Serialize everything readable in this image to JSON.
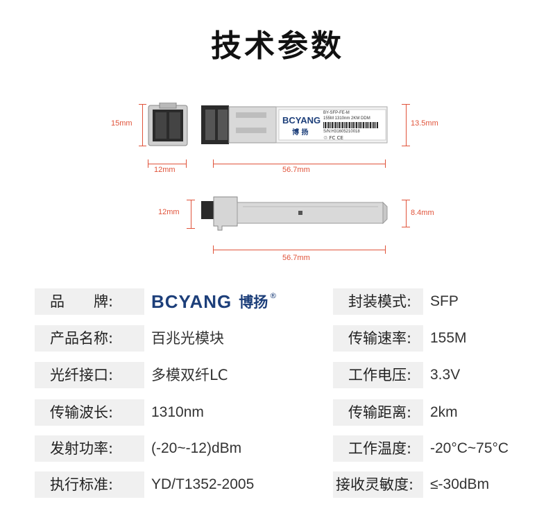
{
  "title": "技术参数",
  "dimensions": {
    "front_height": "15mm",
    "front_width": "12mm",
    "top_length": "56.7mm",
    "top_height": "13.5mm",
    "side_height_left": "12mm",
    "side_height_right": "8.4mm",
    "side_length": "56.7mm"
  },
  "module_label": {
    "brand": "BCYANG",
    "brand_cn": "博 扬",
    "model": "BY-SFP-FE-M",
    "spec": "155M 1310nm 2KM DDM",
    "serial": "S/N:H31605210018"
  },
  "brand": {
    "en": "BCYANG",
    "cn": "博扬",
    "reg": "®"
  },
  "specs_left": [
    {
      "label": "品　　牌:",
      "value": ""
    },
    {
      "label": "产品名称:",
      "value": "百兆光模块"
    },
    {
      "label": "光纤接口:",
      "value": "多模双纤LC"
    },
    {
      "label": "传输波长:",
      "value": "1310nm"
    },
    {
      "label": "发射功率:",
      "value": "(-20~-12)dBm"
    },
    {
      "label": "执行标准:",
      "value": "YD/T1352-2005"
    }
  ],
  "specs_right": [
    {
      "label": "封装模式:",
      "value": "SFP"
    },
    {
      "label": "传输速率:",
      "value": "155M"
    },
    {
      "label": "工作电压:",
      "value": "3.3V"
    },
    {
      "label": "传输距离:",
      "value": "2km"
    },
    {
      "label": "工作温度:",
      "value": "-20°C~75°C"
    },
    {
      "label": "接收灵敏度:",
      "value": "≤-30dBm"
    }
  ],
  "colors": {
    "dimension": "#e0533a",
    "brand": "#1d3f7a",
    "label_bg": "#f0f0f0"
  }
}
